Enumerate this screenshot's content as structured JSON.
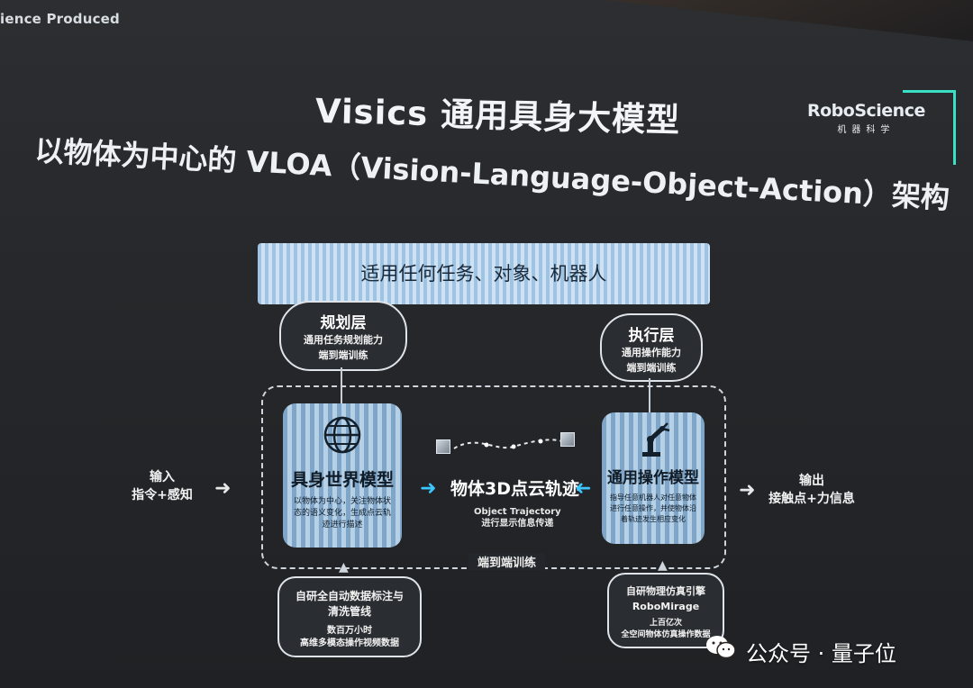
{
  "header": {
    "corner_credit": "ience Produced",
    "brand_name": "RoboScience",
    "brand_sub": "机器科学",
    "title": "Visics 通用具身大模型",
    "subtitle": "以物体为中心的 VLOA（Vision-Language-Object-Action）架构"
  },
  "diagram": {
    "banner": "适用任何任务、对象、机器人",
    "planning": {
      "heading": "规划层",
      "line1": "通用任务规划能力",
      "line2": "端到端训练"
    },
    "execution": {
      "heading": "执行层",
      "line1": "通用操作能力",
      "line2": "端到端训练"
    },
    "input": {
      "line1": "输入",
      "line2": "指令+感知"
    },
    "output": {
      "line1": "输出",
      "line2": "接触点+力信息"
    },
    "world_model": {
      "title": "具身世界模型",
      "desc": "以物体为中心，关注物体状态的语义变化，生成点云轨迹进行描述"
    },
    "center": {
      "title": "物体3D点云轨迹",
      "en": "Object Trajectory",
      "desc": "进行显示信息传递"
    },
    "operation_model": {
      "title": "通用操作模型",
      "desc": "指导任意机器人对任意物体进行任意操作，并使物体沿着轨迹发生相应变化"
    },
    "end_to_end": "端到端训练",
    "data_pipeline": {
      "line1": "自研全自动数据标注与",
      "line2": "清洗管线",
      "line3": "数百万小时",
      "line4": "高维多模态操作视频数据"
    },
    "sim_engine": {
      "line1": "自研物理仿真引擎",
      "line2": "RoboMirage",
      "line3": "上百亿次",
      "line4": "全空间物体仿真操作数据"
    }
  },
  "watermark": "公众号 · 量子位",
  "colors": {
    "accent_teal": "#38e0c4",
    "card_blue": "#9fc3e2"
  }
}
